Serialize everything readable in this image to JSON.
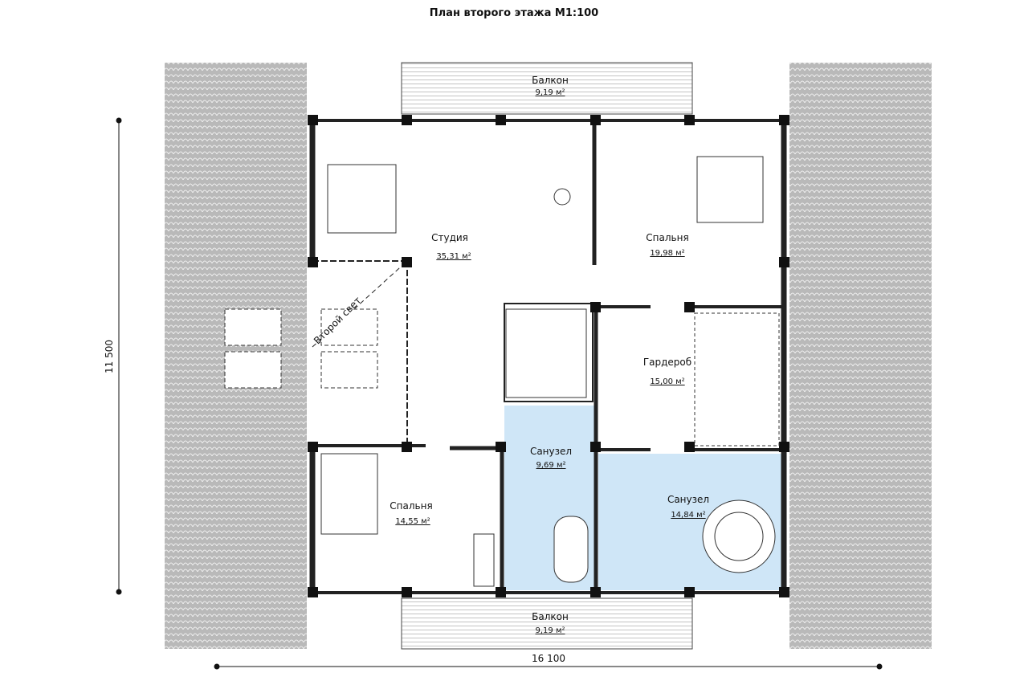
{
  "title": "План второго этажа М1:100",
  "dimensions": {
    "height": "11 500",
    "width": "16 100"
  },
  "rooms": [
    {
      "name": "Балкон",
      "area": "9,19 м²"
    },
    {
      "name": "Студия",
      "area": "35,31 м²"
    },
    {
      "name": "Спальня",
      "area": "19,98 м²"
    },
    {
      "name": "Гардероб",
      "area": "15,00 м²"
    },
    {
      "name": "Санузел",
      "area": "9,69 м²"
    },
    {
      "name": "Санузел",
      "area": "14,84 м²"
    },
    {
      "name": "Спальня",
      "area": "14,55 м²"
    },
    {
      "name": "Балкон",
      "area": "9,19 м²"
    }
  ],
  "second_light_label": "Второй свет",
  "colors": {
    "bath": "#cfe6f7",
    "roof": "#b9b9b9",
    "wall": "#222222"
  }
}
